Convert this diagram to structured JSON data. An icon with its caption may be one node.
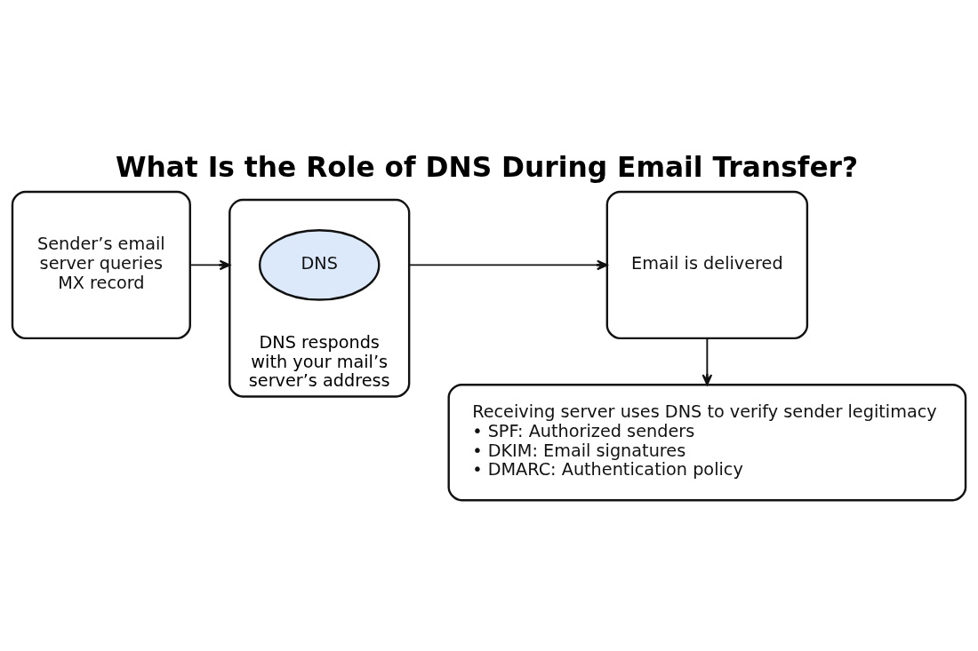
{
  "diagram": {
    "title": "What Is the Role of DNS During Email Transfer?",
    "nodes": [
      {
        "text": [
          "Sender’s email server queries MX record"
        ]
      },
      {
        "text": [
          "DNS responds with your mail’s server’s address"
        ]
      },
      {
        "text": [
          "DNS"
        ],
        "in": 1
      },
      {
        "text": [
          "Email is delivered"
        ]
      },
      {
        "text": [
          "Receiving server uses DNS to verify sender legitimacy",
          "• SPF: Authorized senders",
          "• DKIM: Email signatures",
          "• DMARC: Authentication policy"
        ]
      }
    ],
    "edges": [
      {
        "from": 0,
        "to": 1,
        "arrow": "to"
      },
      {
        "from": 1,
        "to": 3,
        "arrow": "to"
      },
      {
        "from": 3,
        "to": 4,
        "arrow": "to"
      }
    ]
  }
}
